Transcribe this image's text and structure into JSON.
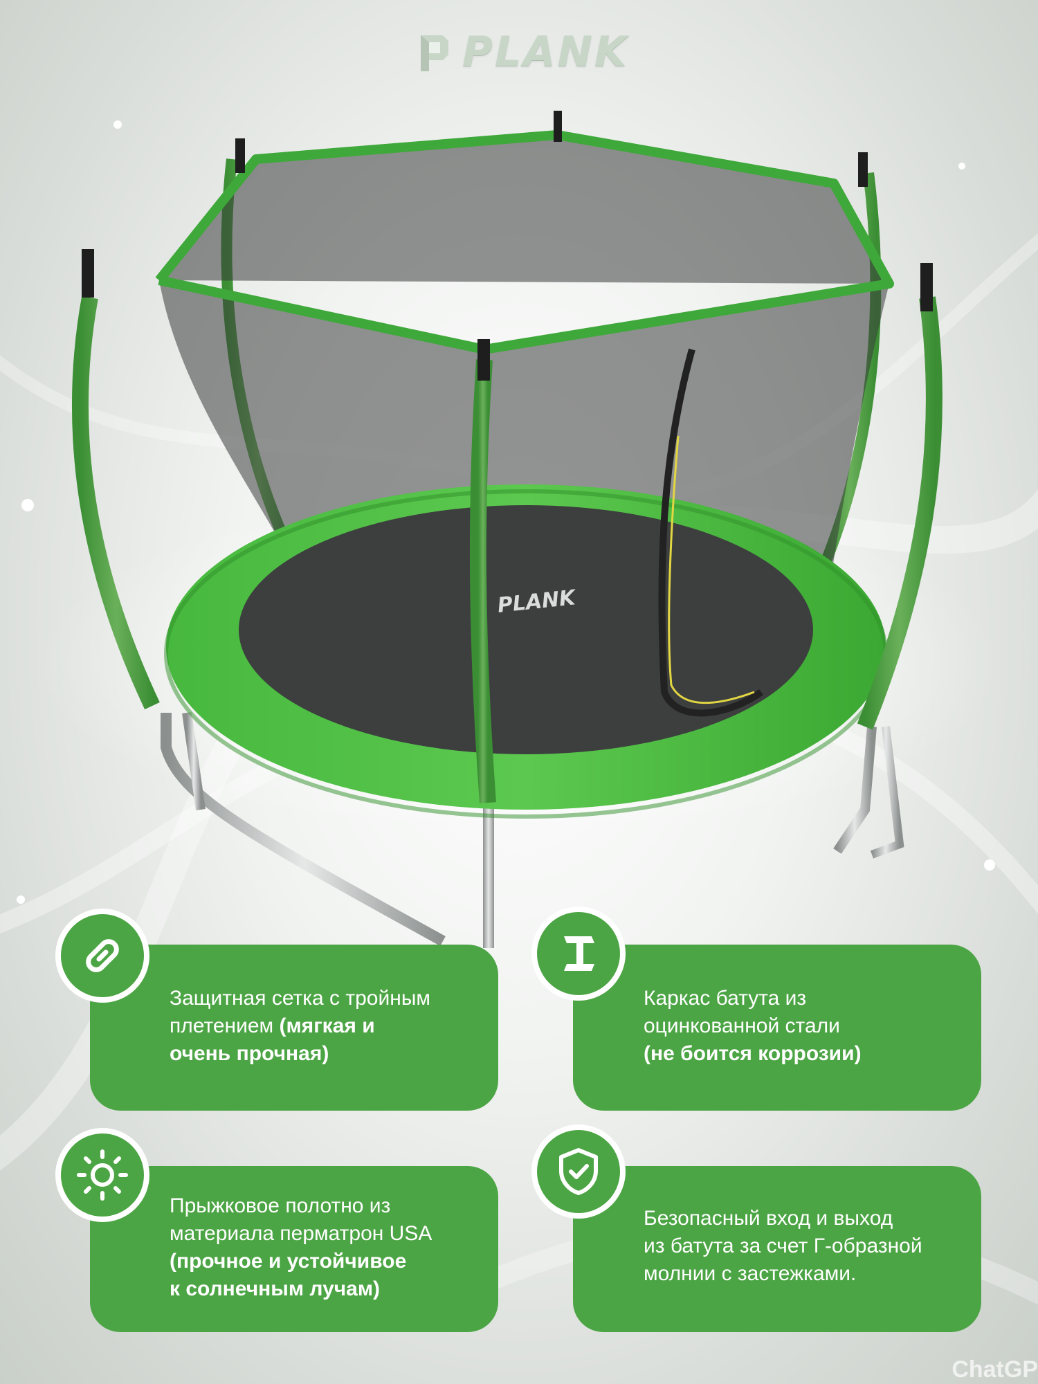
{
  "brand": {
    "logo_text": "PLANK",
    "mat_logo_text": "PLANK"
  },
  "colors": {
    "accent_green": "#4ca544",
    "pad_green": "#47b83e",
    "net": "#3a3d3c"
  },
  "features": [
    {
      "icon": "link-icon",
      "lines": [
        {
          "text": "Защитная сетка с тройным",
          "bold": false
        },
        {
          "text": "плетением ",
          "bold": false,
          "tail": "(мягкая и"
        },
        {
          "text": "очень прочная)",
          "bold": true
        }
      ]
    },
    {
      "icon": "steel-beam-icon",
      "lines": [
        {
          "text": "Каркас батута из",
          "bold": false
        },
        {
          "text": "оцинкованной стали",
          "bold": false
        },
        {
          "text": "(не боится коррозии)",
          "bold": true
        }
      ]
    },
    {
      "icon": "sun-icon",
      "lines": [
        {
          "text": "Прыжковое полотно из",
          "bold": false
        },
        {
          "text": "материала перматрон USA",
          "bold": false
        },
        {
          "text": "(прочное и устойчивое",
          "bold": true
        },
        {
          "text": "к солнечным лучам)",
          "bold": true
        }
      ]
    },
    {
      "icon": "shield-check-icon",
      "lines": [
        {
          "text": "Безопасный вход и выход",
          "bold": false
        },
        {
          "text": "из батута за счет Г-образной",
          "bold": false
        },
        {
          "text": "молнии с застежками.",
          "bold": false
        }
      ]
    }
  ],
  "watermark": "ChatGP"
}
